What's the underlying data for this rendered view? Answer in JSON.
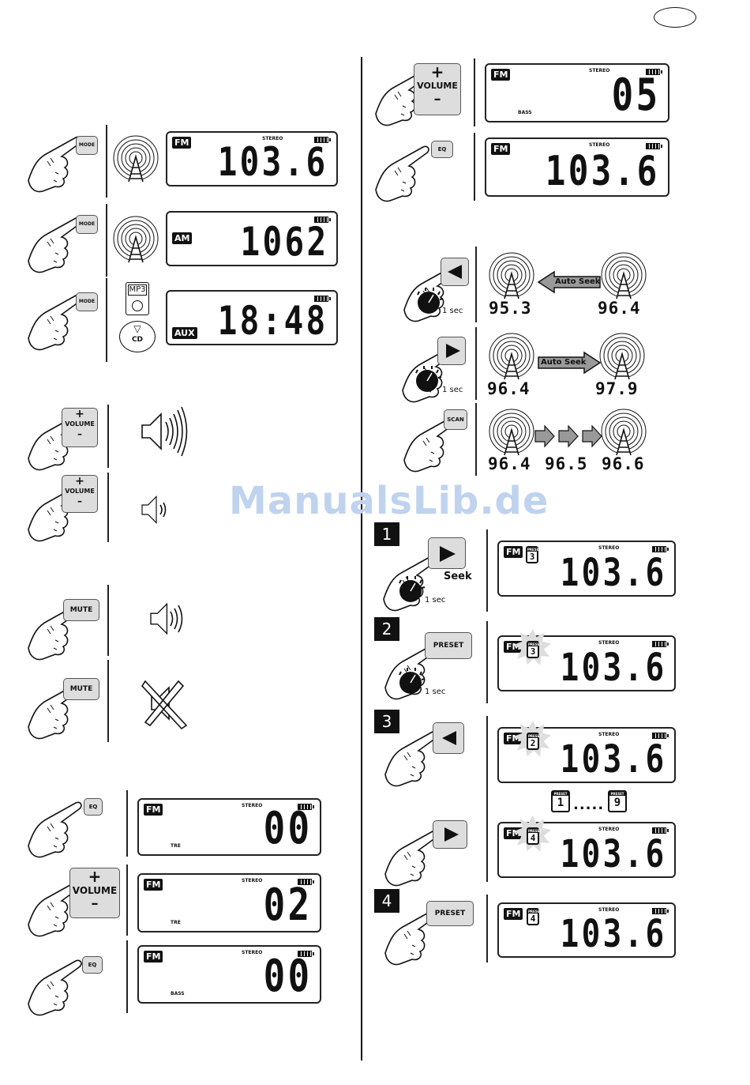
{
  "watermark": "ManualsLib.de",
  "buttons": {
    "mode": "MODE",
    "volume": "VOLUME",
    "plus": "+",
    "minus": "–",
    "mute": "MUTE",
    "eq": "EQ",
    "scan": "SCAN",
    "preset": "PRESET"
  },
  "labels": {
    "stereo": "STEREO",
    "tre": "TRE",
    "bass": "BASS",
    "preset_tag": "PRESET",
    "one_sec": "1 sec",
    "seek": "Seek",
    "auto_seek": "Auto Seek",
    "mp3": "MP3",
    "cd": "CD",
    "range_dots": "....."
  },
  "left": {
    "mode_fm": {
      "mode": "FM",
      "digits": "103.6"
    },
    "mode_am": {
      "mode": "AM",
      "digits": "1062"
    },
    "mode_aux": {
      "mode": "AUX",
      "digits": "18:48"
    },
    "eq_tre": {
      "mode": "FM",
      "digits": "00"
    },
    "eq_tre_up": {
      "mode": "FM",
      "digits": "02"
    },
    "eq_bass": {
      "mode": "FM",
      "digits": "00"
    }
  },
  "right": {
    "vol_bass": {
      "mode": "FM",
      "digits": "05"
    },
    "eq_exit": {
      "mode": "FM",
      "digits": "103.6"
    },
    "seek_back": {
      "from": "95.3",
      "to": "96.4"
    },
    "seek_fwd": {
      "from": "96.4",
      "to": "97.9"
    },
    "scan": {
      "f1": "96.4",
      "f2": "96.5",
      "f3": "96.6"
    },
    "steps": [
      "1",
      "2",
      "3",
      "4"
    ],
    "preset1": {
      "mode": "FM",
      "preset": "3",
      "digits": "103.6"
    },
    "preset2": {
      "mode": "FM",
      "preset": "3",
      "digits": "103.6"
    },
    "preset3a": {
      "mode": "FM",
      "preset": "2",
      "digits": "103.6"
    },
    "preset_range": {
      "from": "1",
      "to": "9"
    },
    "preset3b": {
      "mode": "FM",
      "preset": "4",
      "digits": "103.6"
    },
    "preset4": {
      "mode": "FM",
      "preset": "4",
      "digits": "103.6"
    }
  }
}
